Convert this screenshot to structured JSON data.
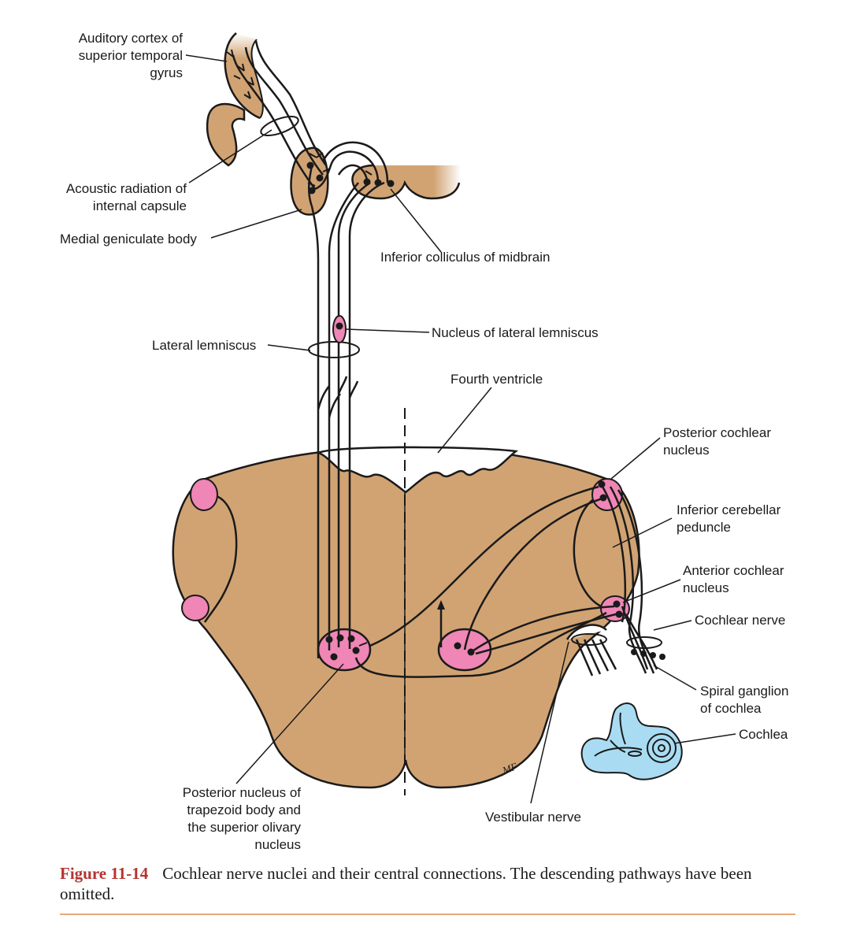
{
  "labels": {
    "auditory_cortex": "Auditory cortex of\nsuperior temporal\ngyrus",
    "acoustic_radiation": "Acoustic radiation of\ninternal capsule",
    "medial_geniculate": "Medial geniculate body",
    "inferior_colliculus": "Inferior colliculus of midbrain",
    "nucleus_lateral_lemniscus": "Nucleus of lateral lemniscus",
    "lateral_lemniscus": "Lateral lemniscus",
    "fourth_ventricle": "Fourth ventricle",
    "posterior_cochlear": "Posterior cochlear\nnucleus",
    "inferior_cerebellar": "Inferior cerebellar\npeduncle",
    "anterior_cochlear": "Anterior cochlear\nnucleus",
    "cochlear_nerve": "Cochlear nerve",
    "spiral_ganglion": "Spiral ganglion\nof cochlea",
    "cochlea": "Cochlea",
    "posterior_nucleus_trapezoid": "Posterior nucleus of\ntrapezoid body and\nthe superior olivary\nnucleus",
    "vestibular_nerve": "Vestibular nerve",
    "artist_mark": "MF"
  },
  "caption": {
    "figure_number": "Figure 11-14",
    "text": "Cochlear nerve nuclei and their central connections. The descending pathways have been omitted."
  },
  "colors": {
    "tissue": "#d1a373",
    "nucleus": "#ef86b5",
    "cochlea": "#a9dcf3",
    "outline": "#1a1a1a",
    "figure_label": "#b5332e",
    "rule": "#e8a878"
  }
}
